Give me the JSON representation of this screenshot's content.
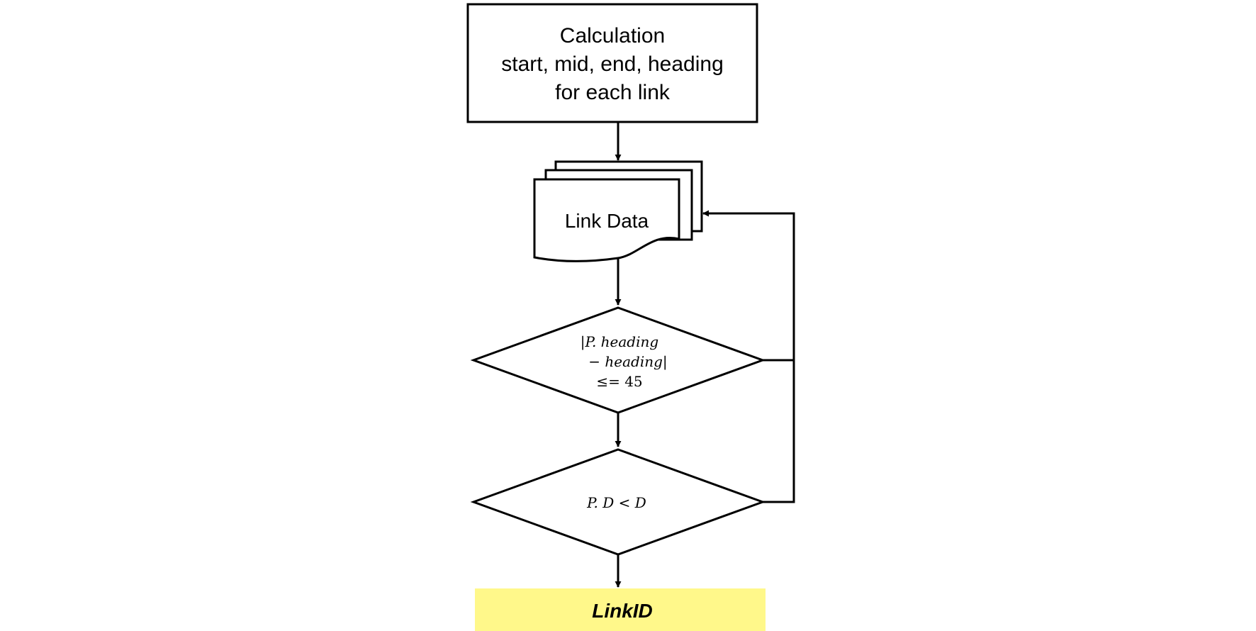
{
  "process_box": {
    "lines": [
      "Calculation",
      "start, mid, end, heading",
      "for each link"
    ]
  },
  "document_node": {
    "label": "Link Data"
  },
  "decision_heading": {
    "line1": "|P. heading",
    "line2": "− heading|",
    "line3": "≤= 45"
  },
  "decision_distance": {
    "label": "P. D < D"
  },
  "output": {
    "label": "LinkID",
    "fill": "#fff88a"
  },
  "colors": {
    "stroke": "#000000",
    "background": "#ffffff"
  }
}
